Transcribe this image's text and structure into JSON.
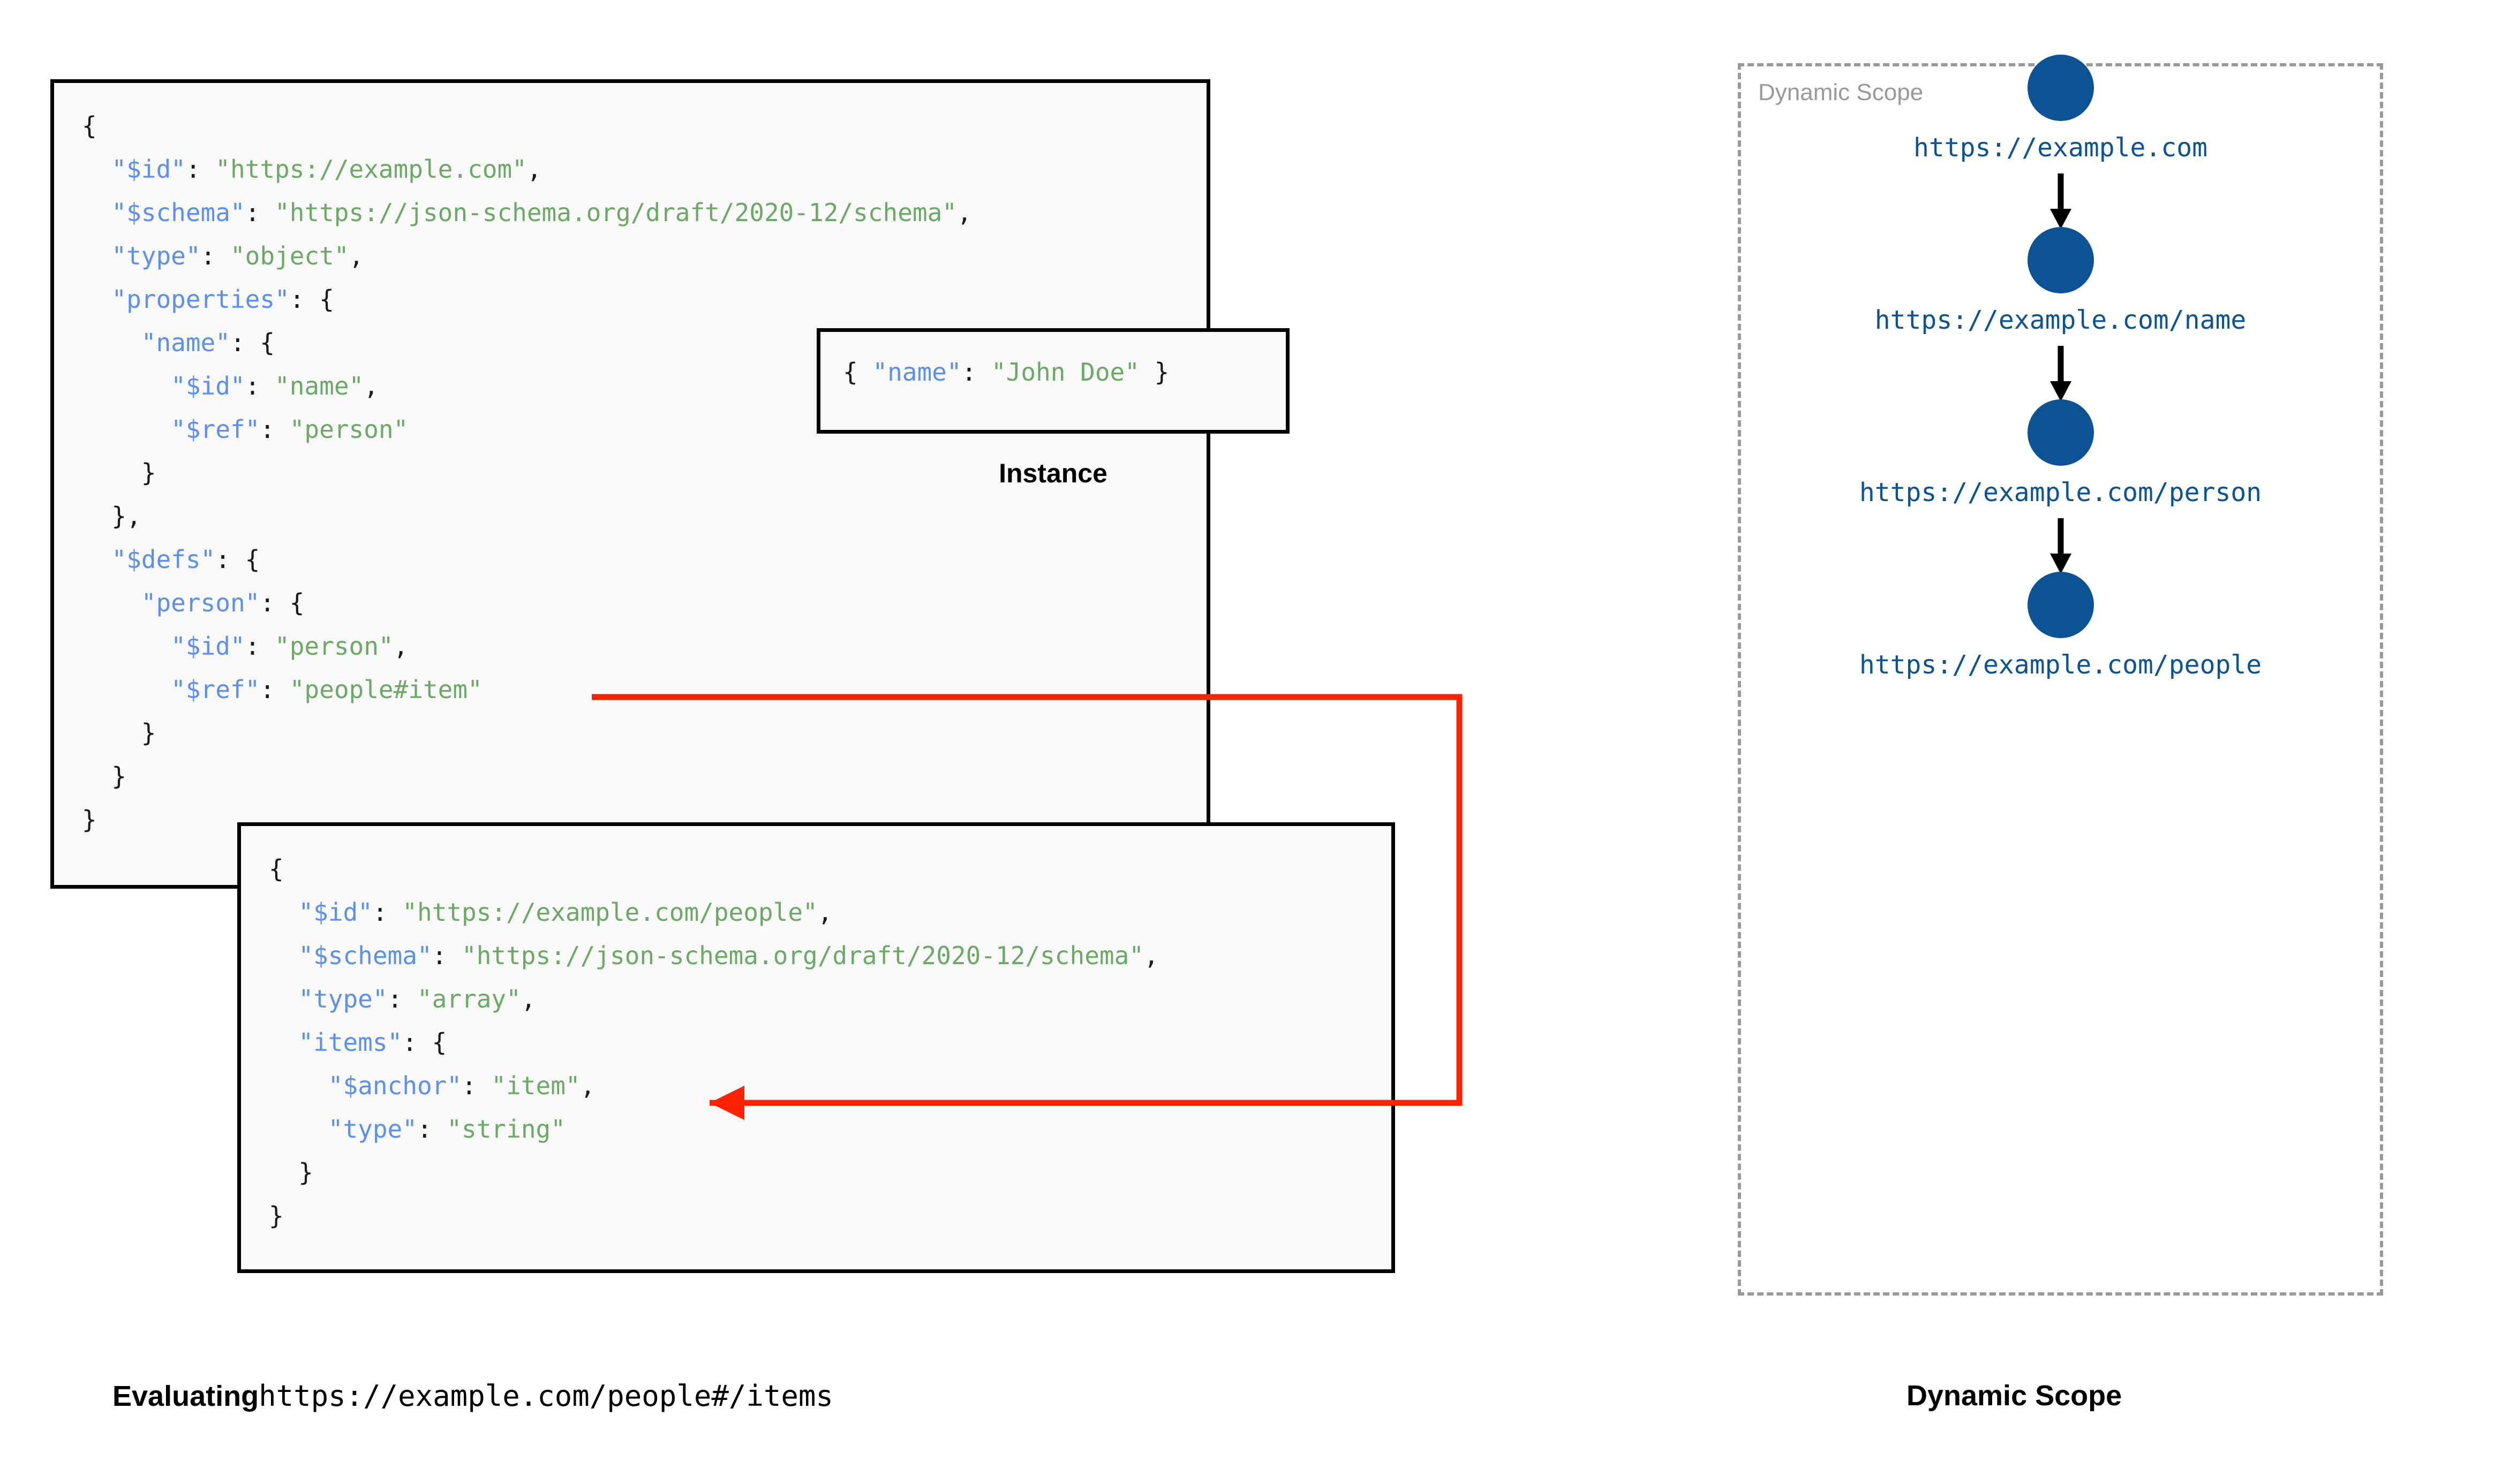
{
  "schema_root": {
    "lines": [
      [
        {
          "t": "{",
          "c": "p"
        }
      ],
      [
        {
          "t": "  ",
          "c": "p"
        },
        {
          "t": "\"$id\"",
          "c": "k"
        },
        {
          "t": ": ",
          "c": "p"
        },
        {
          "t": "\"https://example.com\"",
          "c": "s"
        },
        {
          "t": ",",
          "c": "p"
        }
      ],
      [
        {
          "t": "  ",
          "c": "p"
        },
        {
          "t": "\"$schema\"",
          "c": "k"
        },
        {
          "t": ": ",
          "c": "p"
        },
        {
          "t": "\"https://json-schema.org/draft/2020-12/schema\"",
          "c": "s"
        },
        {
          "t": ",",
          "c": "p"
        }
      ],
      [
        {
          "t": "  ",
          "c": "p"
        },
        {
          "t": "\"type\"",
          "c": "k"
        },
        {
          "t": ": ",
          "c": "p"
        },
        {
          "t": "\"object\"",
          "c": "s"
        },
        {
          "t": ",",
          "c": "p"
        }
      ],
      [
        {
          "t": "  ",
          "c": "p"
        },
        {
          "t": "\"properties\"",
          "c": "k"
        },
        {
          "t": ": {",
          "c": "p"
        }
      ],
      [
        {
          "t": "    ",
          "c": "p"
        },
        {
          "t": "\"name\"",
          "c": "k"
        },
        {
          "t": ": {",
          "c": "p"
        }
      ],
      [
        {
          "t": "      ",
          "c": "p"
        },
        {
          "t": "\"$id\"",
          "c": "k"
        },
        {
          "t": ": ",
          "c": "p"
        },
        {
          "t": "\"name\"",
          "c": "s"
        },
        {
          "t": ",",
          "c": "p"
        }
      ],
      [
        {
          "t": "      ",
          "c": "p"
        },
        {
          "t": "\"$ref\"",
          "c": "k"
        },
        {
          "t": ": ",
          "c": "p"
        },
        {
          "t": "\"person\"",
          "c": "s"
        }
      ],
      [
        {
          "t": "    }",
          "c": "p"
        }
      ],
      [
        {
          "t": "  },",
          "c": "p"
        }
      ],
      [
        {
          "t": "  ",
          "c": "p"
        },
        {
          "t": "\"$defs\"",
          "c": "k"
        },
        {
          "t": ": {",
          "c": "p"
        }
      ],
      [
        {
          "t": "    ",
          "c": "p"
        },
        {
          "t": "\"person\"",
          "c": "k"
        },
        {
          "t": ": {",
          "c": "p"
        }
      ],
      [
        {
          "t": "      ",
          "c": "p"
        },
        {
          "t": "\"$id\"",
          "c": "k"
        },
        {
          "t": ": ",
          "c": "p"
        },
        {
          "t": "\"person\"",
          "c": "s"
        },
        {
          "t": ",",
          "c": "p"
        }
      ],
      [
        {
          "t": "      ",
          "c": "p"
        },
        {
          "t": "\"$ref\"",
          "c": "k"
        },
        {
          "t": ": ",
          "c": "p"
        },
        {
          "t": "\"people#item\"",
          "c": "s"
        }
      ],
      [
        {
          "t": "    }",
          "c": "p"
        }
      ],
      [
        {
          "t": "  }",
          "c": "p"
        }
      ],
      [
        {
          "t": "}",
          "c": "p"
        }
      ]
    ]
  },
  "instance": {
    "caption": "Instance",
    "lines": [
      [
        {
          "t": "{ ",
          "c": "p"
        },
        {
          "t": "\"name\"",
          "c": "k"
        },
        {
          "t": ": ",
          "c": "p"
        },
        {
          "t": "\"John Doe\"",
          "c": "s"
        },
        {
          "t": " }",
          "c": "p"
        }
      ]
    ]
  },
  "schema_people": {
    "lines": [
      [
        {
          "t": "{",
          "c": "p"
        }
      ],
      [
        {
          "t": "  ",
          "c": "p"
        },
        {
          "t": "\"$id\"",
          "c": "k"
        },
        {
          "t": ": ",
          "c": "p"
        },
        {
          "t": "\"https://example.com/people\"",
          "c": "s"
        },
        {
          "t": ",",
          "c": "p"
        }
      ],
      [
        {
          "t": "  ",
          "c": "p"
        },
        {
          "t": "\"$schema\"",
          "c": "k"
        },
        {
          "t": ": ",
          "c": "p"
        },
        {
          "t": "\"https://json-schema.org/draft/2020-12/schema\"",
          "c": "s"
        },
        {
          "t": ",",
          "c": "p"
        }
      ],
      [
        {
          "t": "  ",
          "c": "p"
        },
        {
          "t": "\"type\"",
          "c": "k"
        },
        {
          "t": ": ",
          "c": "p"
        },
        {
          "t": "\"array\"",
          "c": "s"
        },
        {
          "t": ",",
          "c": "p"
        }
      ],
      [
        {
          "t": "  ",
          "c": "p"
        },
        {
          "t": "\"items\"",
          "c": "k"
        },
        {
          "t": ": {",
          "c": "p"
        }
      ],
      [
        {
          "t": "    ",
          "c": "p"
        },
        {
          "t": "\"$anchor\"",
          "c": "k"
        },
        {
          "t": ": ",
          "c": "p"
        },
        {
          "t": "\"item\"",
          "c": "s"
        },
        {
          "t": ",",
          "c": "p"
        }
      ],
      [
        {
          "t": "    ",
          "c": "p"
        },
        {
          "t": "\"type\"",
          "c": "k"
        },
        {
          "t": ": ",
          "c": "p"
        },
        {
          "t": "\"string\"",
          "c": "s"
        }
      ],
      [
        {
          "t": "  }",
          "c": "p"
        }
      ],
      [
        {
          "t": "}",
          "c": "p"
        }
      ]
    ]
  },
  "captions": {
    "left_label": "Evaluating",
    "left_uri": "https://example.com/people#/items",
    "right": "Dynamic Scope"
  },
  "dynamic_scope": {
    "panel_label": "Dynamic Scope",
    "nodes": [
      {
        "label": "https://example.com"
      },
      {
        "label": "https://example.com/name"
      },
      {
        "label": "https://example.com/person"
      },
      {
        "label": "https://example.com/people"
      }
    ]
  },
  "colors": {
    "json_key": "#5b8ff0",
    "json_string": "#6aaa64",
    "node_blue": "#0b5394",
    "ref_arrow_red": "#ff2200",
    "panel_gray": "#999999",
    "box_border": "#000000",
    "box_fill": "#f9f9f9"
  }
}
